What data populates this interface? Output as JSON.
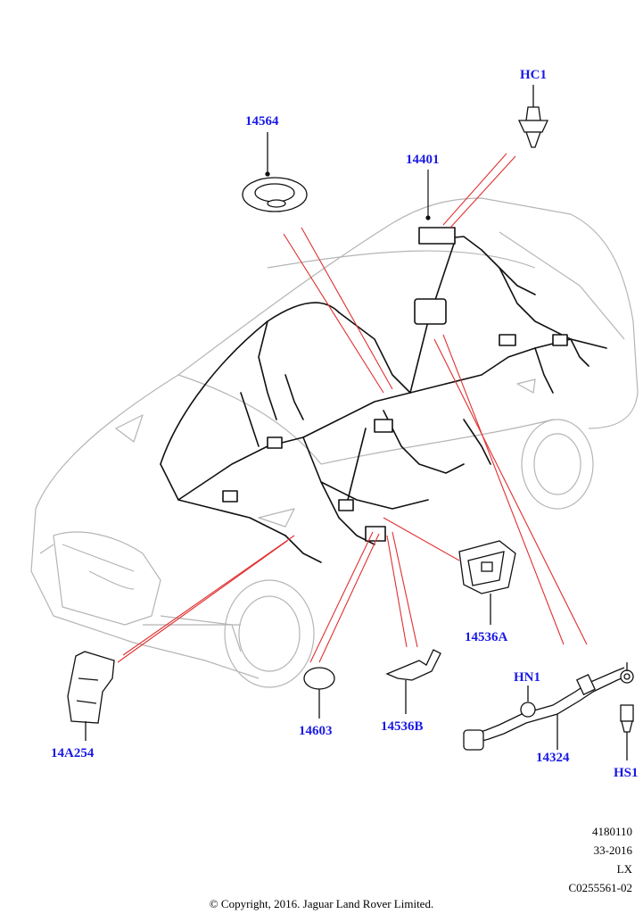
{
  "parts": [
    {
      "id": "hc1",
      "label": "HC1"
    },
    {
      "id": "p14564",
      "label": "14564"
    },
    {
      "id": "p14401",
      "label": "14401"
    },
    {
      "id": "p14536a",
      "label": "14536A"
    },
    {
      "id": "hn1",
      "label": "HN1"
    },
    {
      "id": "p14324",
      "label": "14324"
    },
    {
      "id": "hs1",
      "label": "HS1"
    },
    {
      "id": "p14536b",
      "label": "14536B"
    },
    {
      "id": "p14603",
      "label": "14603"
    },
    {
      "id": "p14a254",
      "label": "14A254"
    }
  ],
  "reference": {
    "line1": "4180110",
    "line2": "33-2016",
    "line3": "LX",
    "line4": "C0255561-02"
  },
  "copyright": "© Copyright, 2016. Jaguar Land Rover Limited.",
  "colors": {
    "label": "#1a1ae6",
    "leader": "#e03030",
    "drawing": "#000000",
    "body_outline": "#b0b0b0"
  }
}
